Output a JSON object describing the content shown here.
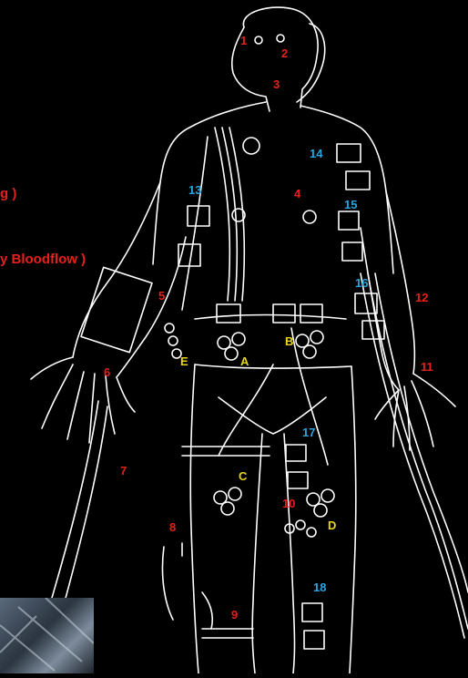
{
  "side_texts": [
    "g )",
    "y Bloodflow )"
  ],
  "labels": {
    "n1": "1",
    "n2": "2",
    "n3": "3",
    "n4": "4",
    "n5": "5",
    "n6": "6",
    "n7": "7",
    "n8": "8",
    "n9": "9",
    "n10": "10",
    "n11": "11",
    "n12": "12",
    "n13": "13",
    "n14": "14",
    "n15": "15",
    "n16": "16",
    "n17": "17",
    "n18": "18",
    "A": "A",
    "B": "B",
    "C": "C",
    "D": "D",
    "E": "E"
  },
  "colors": {
    "red": "#e8201c",
    "blue": "#2aa4e0",
    "yellow": "#e8d41c",
    "line": "#ffffff"
  }
}
